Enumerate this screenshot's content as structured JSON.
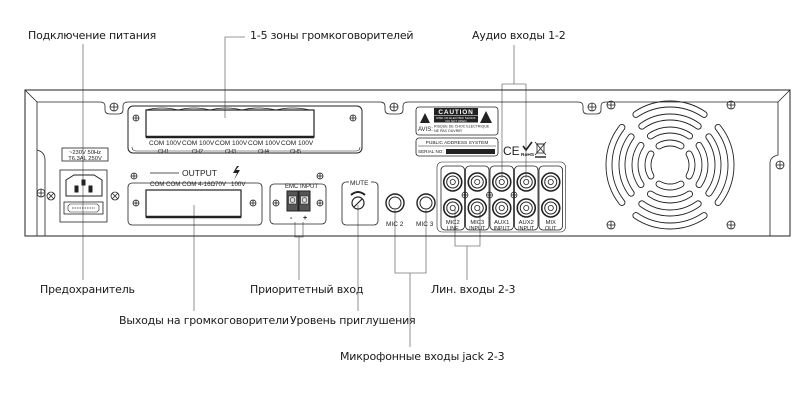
{
  "callouts": {
    "power_connection": "Подключение питания",
    "speaker_zones": "1-5 зоны громкоговорителей",
    "audio_inputs": "Аудио входы 1-2",
    "fuse": "Предохранитель",
    "speaker_outputs": "Выходы на громкоговорители",
    "priority_input": "Приоритетный вход",
    "mute_level": "Уровень приглушения",
    "line_inputs": "Лин. входы 2-3",
    "mic_inputs": "Микрофонные входы jack 2-3"
  },
  "panel": {
    "power_label_line1": "~230V 50Hz",
    "power_label_line2": "T6.3AL 250V",
    "zones": [
      {
        "terminals": "COM  100V",
        "channel": "CH1"
      },
      {
        "terminals": "COM  100V",
        "channel": "CH2"
      },
      {
        "terminals": "COM  100V",
        "channel": "CH3"
      },
      {
        "terminals": "COM  100V",
        "channel": "CH4"
      },
      {
        "terminals": "COM  100V",
        "channel": "CH5"
      }
    ],
    "output": {
      "title": "OUTPUT",
      "terminals": [
        "COM",
        "COM",
        "COM 4-16Ω",
        "70V",
        "100V"
      ]
    },
    "emc": {
      "title": "EMC INPUT",
      "minus": "-",
      "plus": "+"
    },
    "mute": {
      "title": "MUTE"
    },
    "mic_jacks": [
      "MIC 2",
      "MIC 3"
    ],
    "rca": {
      "columns": [
        "MIC2",
        "MIC3",
        "AUX1",
        "AUX2",
        "MIX"
      ],
      "group_labels": [
        "LINE",
        "INPUT",
        "INPUT",
        "INPUT",
        "OUT"
      ]
    },
    "caution": {
      "title": "CAUTION",
      "line1": "RISK OF ELECTRIC SHOCK",
      "line2": "DO NOT OPEN",
      "avis": "AVIS:",
      "avis_line1": "RISQUE DE CHOC ELECTRIQUE",
      "avis_line2": "NE PAS OUVRIR"
    },
    "system_label": {
      "title": "PUBLIC ADDRESS SYSTEM",
      "serial": "SERIAL NO:"
    },
    "marks": {
      "ce": "CE",
      "rohs": "RoHS"
    }
  }
}
